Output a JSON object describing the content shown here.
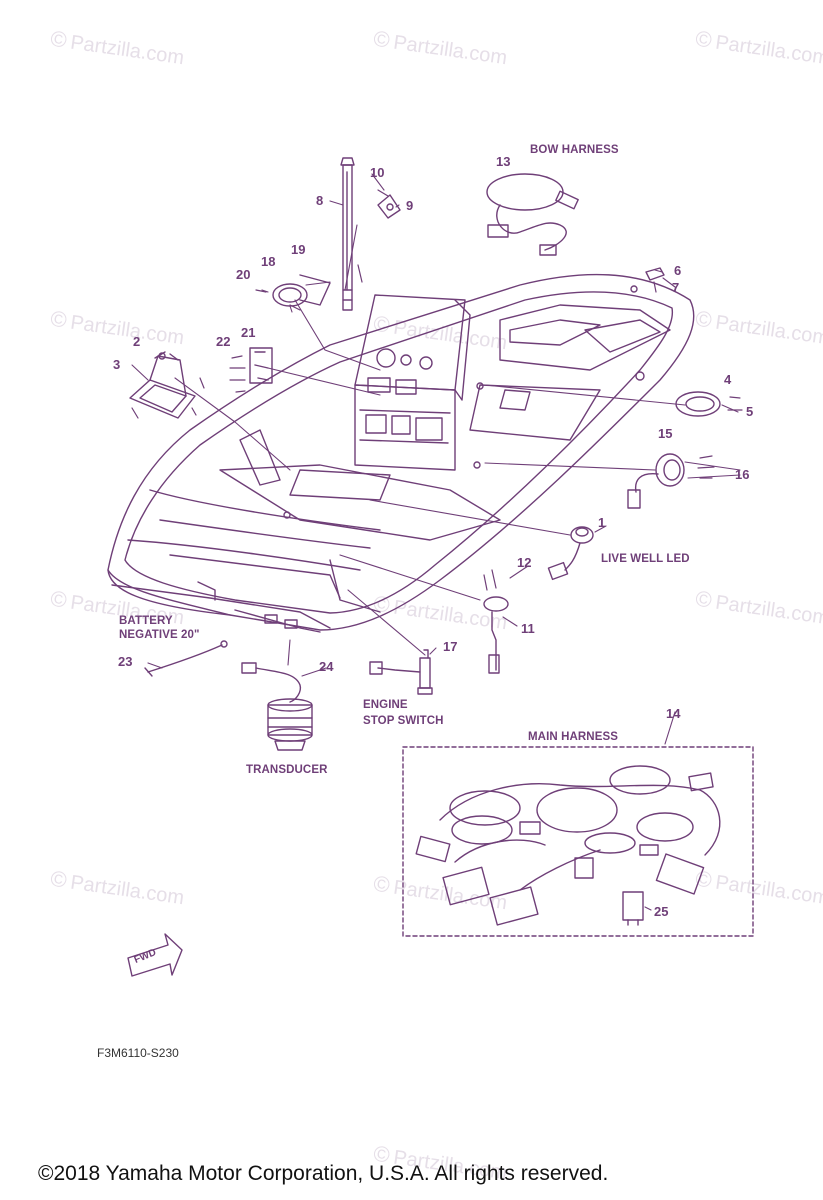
{
  "watermark": {
    "symbol": "©",
    "text": "Partzilla.com"
  },
  "labels": {
    "bow_harness": "BOW HARNESS",
    "live_well_led": "LIVE WELL LED",
    "battery_line1": "BATTERY",
    "battery_line2": "NEGATIVE 20\"",
    "engine_line1": "ENGINE",
    "engine_line2": "STOP SWITCH",
    "transducer": "TRANSDUCER",
    "main_harness": "MAIN HARNESS",
    "fwd": "FWD"
  },
  "callouts": [
    "1",
    "2",
    "3",
    "4",
    "5",
    "6",
    "7",
    "8",
    "9",
    "10",
    "11",
    "12",
    "13",
    "14",
    "15",
    "16",
    "17",
    "18",
    "19",
    "20",
    "21",
    "22",
    "23",
    "24",
    "25"
  ],
  "diagram_code": "F3M6110-S230",
  "copyright": "©2018  Yamaha Motor Corporation, U.S.A. All rights reserved.",
  "colors": {
    "line": "#6f3f78",
    "label": "#6f3f78",
    "watermark": "#e6dfe8"
  }
}
